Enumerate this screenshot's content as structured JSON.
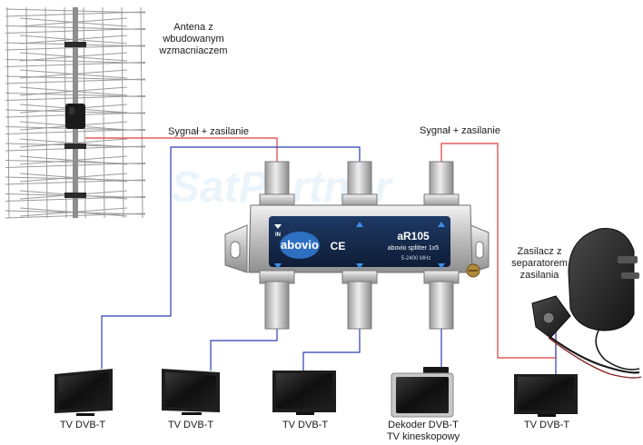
{
  "watermark": "SatPartner",
  "antenna": {
    "label_lines": [
      "Antena z",
      "wbudowanym",
      "wzmacniaczem"
    ]
  },
  "wires": {
    "antenna_feed_label": "Sygnał + zasilanie",
    "psu_feed_label": "Sygnał + zasilanie"
  },
  "splitter": {
    "brand": "abovio",
    "ce_mark": "CE",
    "model": "aR105",
    "subtitle": "abovio splitter 1x5",
    "frequency": "5-2400 MHz",
    "input_label": "IN"
  },
  "power_supply": {
    "label_lines": [
      "Zasilacz z",
      "separatorem",
      "zasilania"
    ]
  },
  "outputs": [
    {
      "label_lines": [
        "TV DVB-T"
      ]
    },
    {
      "label_lines": [
        "TV DVB-T"
      ]
    },
    {
      "label_lines": [
        "TV DVB-T"
      ]
    },
    {
      "label_lines": [
        "Dekoder DVB-T",
        "TV kineskopowy"
      ]
    },
    {
      "label_lines": [
        "TV DVB-T"
      ]
    }
  ],
  "colors": {
    "signal_power_wire": "#e23b3b",
    "signal_wire": "#2b3fb5"
  }
}
